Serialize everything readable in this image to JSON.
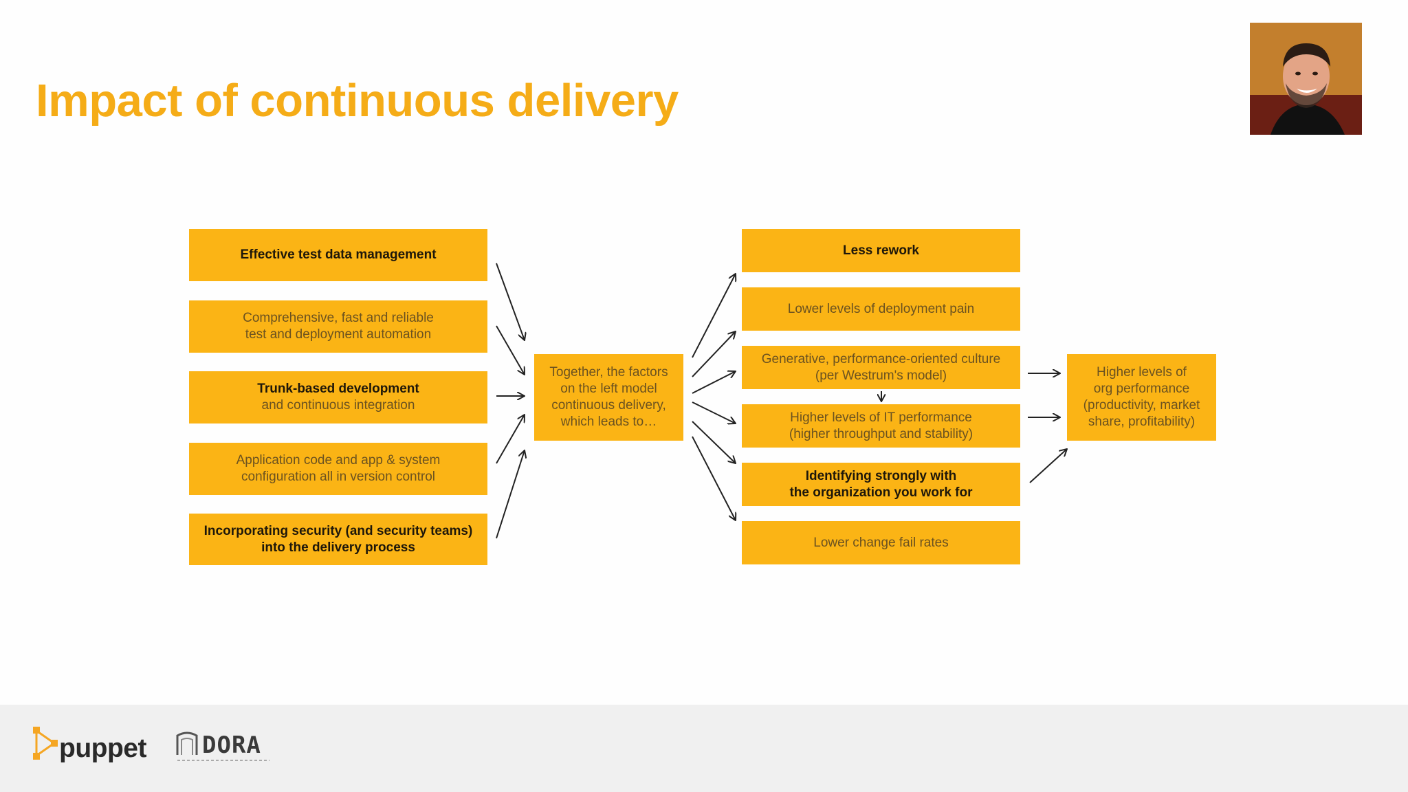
{
  "slide": {
    "title": "Impact of continuous delivery"
  },
  "diagram": {
    "inputs": [
      {
        "lines": [
          {
            "text": "Effective test data management",
            "bold": true
          }
        ]
      },
      {
        "lines": [
          {
            "text": "Comprehensive, fast and reliable",
            "bold": false
          },
          {
            "text": "test and deployment automation",
            "bold": false
          }
        ]
      },
      {
        "lines": [
          {
            "text": "Trunk-based development",
            "bold": true
          },
          {
            "text": "and continuous integration",
            "bold": false
          }
        ]
      },
      {
        "lines": [
          {
            "text": "Application code and app & system",
            "bold": false
          },
          {
            "text": "configuration all in version control",
            "bold": false
          }
        ]
      },
      {
        "lines": [
          {
            "text": "Incorporating security (and security teams)",
            "bold": true
          },
          {
            "text": "into the delivery process",
            "bold": true
          }
        ]
      }
    ],
    "center": {
      "lines": [
        "Together, the factors",
        "on the left model",
        "continuous delivery,",
        "which leads to…"
      ]
    },
    "outcomes": [
      {
        "lines": [
          {
            "text": "Less rework",
            "bold": true
          }
        ]
      },
      {
        "lines": [
          {
            "text": "Lower levels of deployment pain",
            "bold": false
          }
        ]
      },
      {
        "lines": [
          {
            "text": "Generative, performance-oriented culture",
            "bold": false
          },
          {
            "text": "(per Westrum's model)",
            "bold": false
          }
        ]
      },
      {
        "lines": [
          {
            "text": "Higher levels of IT performance",
            "bold": false
          },
          {
            "text": "(higher throughput and stability)",
            "bold": false
          }
        ]
      },
      {
        "lines": [
          {
            "text": "Identifying strongly with",
            "bold": true
          },
          {
            "text": "the organization you work for",
            "bold": true
          }
        ]
      },
      {
        "lines": [
          {
            "text": "Lower change fail rates",
            "bold": false
          }
        ]
      }
    ],
    "result": {
      "lines": [
        "Higher levels of",
        "org performance",
        "(productivity, market",
        "share, profitability)"
      ]
    }
  },
  "footer": {
    "puppet_label": "puppet",
    "dora_label": "DORA"
  },
  "colors": {
    "title": "#f5ac17",
    "box": "#fbb415",
    "footer_bg": "#f0f0f0",
    "arrow": "#222222"
  },
  "icons": {
    "puppet": "puppet-logo-icon",
    "dora": "dora-logo-icon",
    "webcam": "presenter-webcam"
  }
}
